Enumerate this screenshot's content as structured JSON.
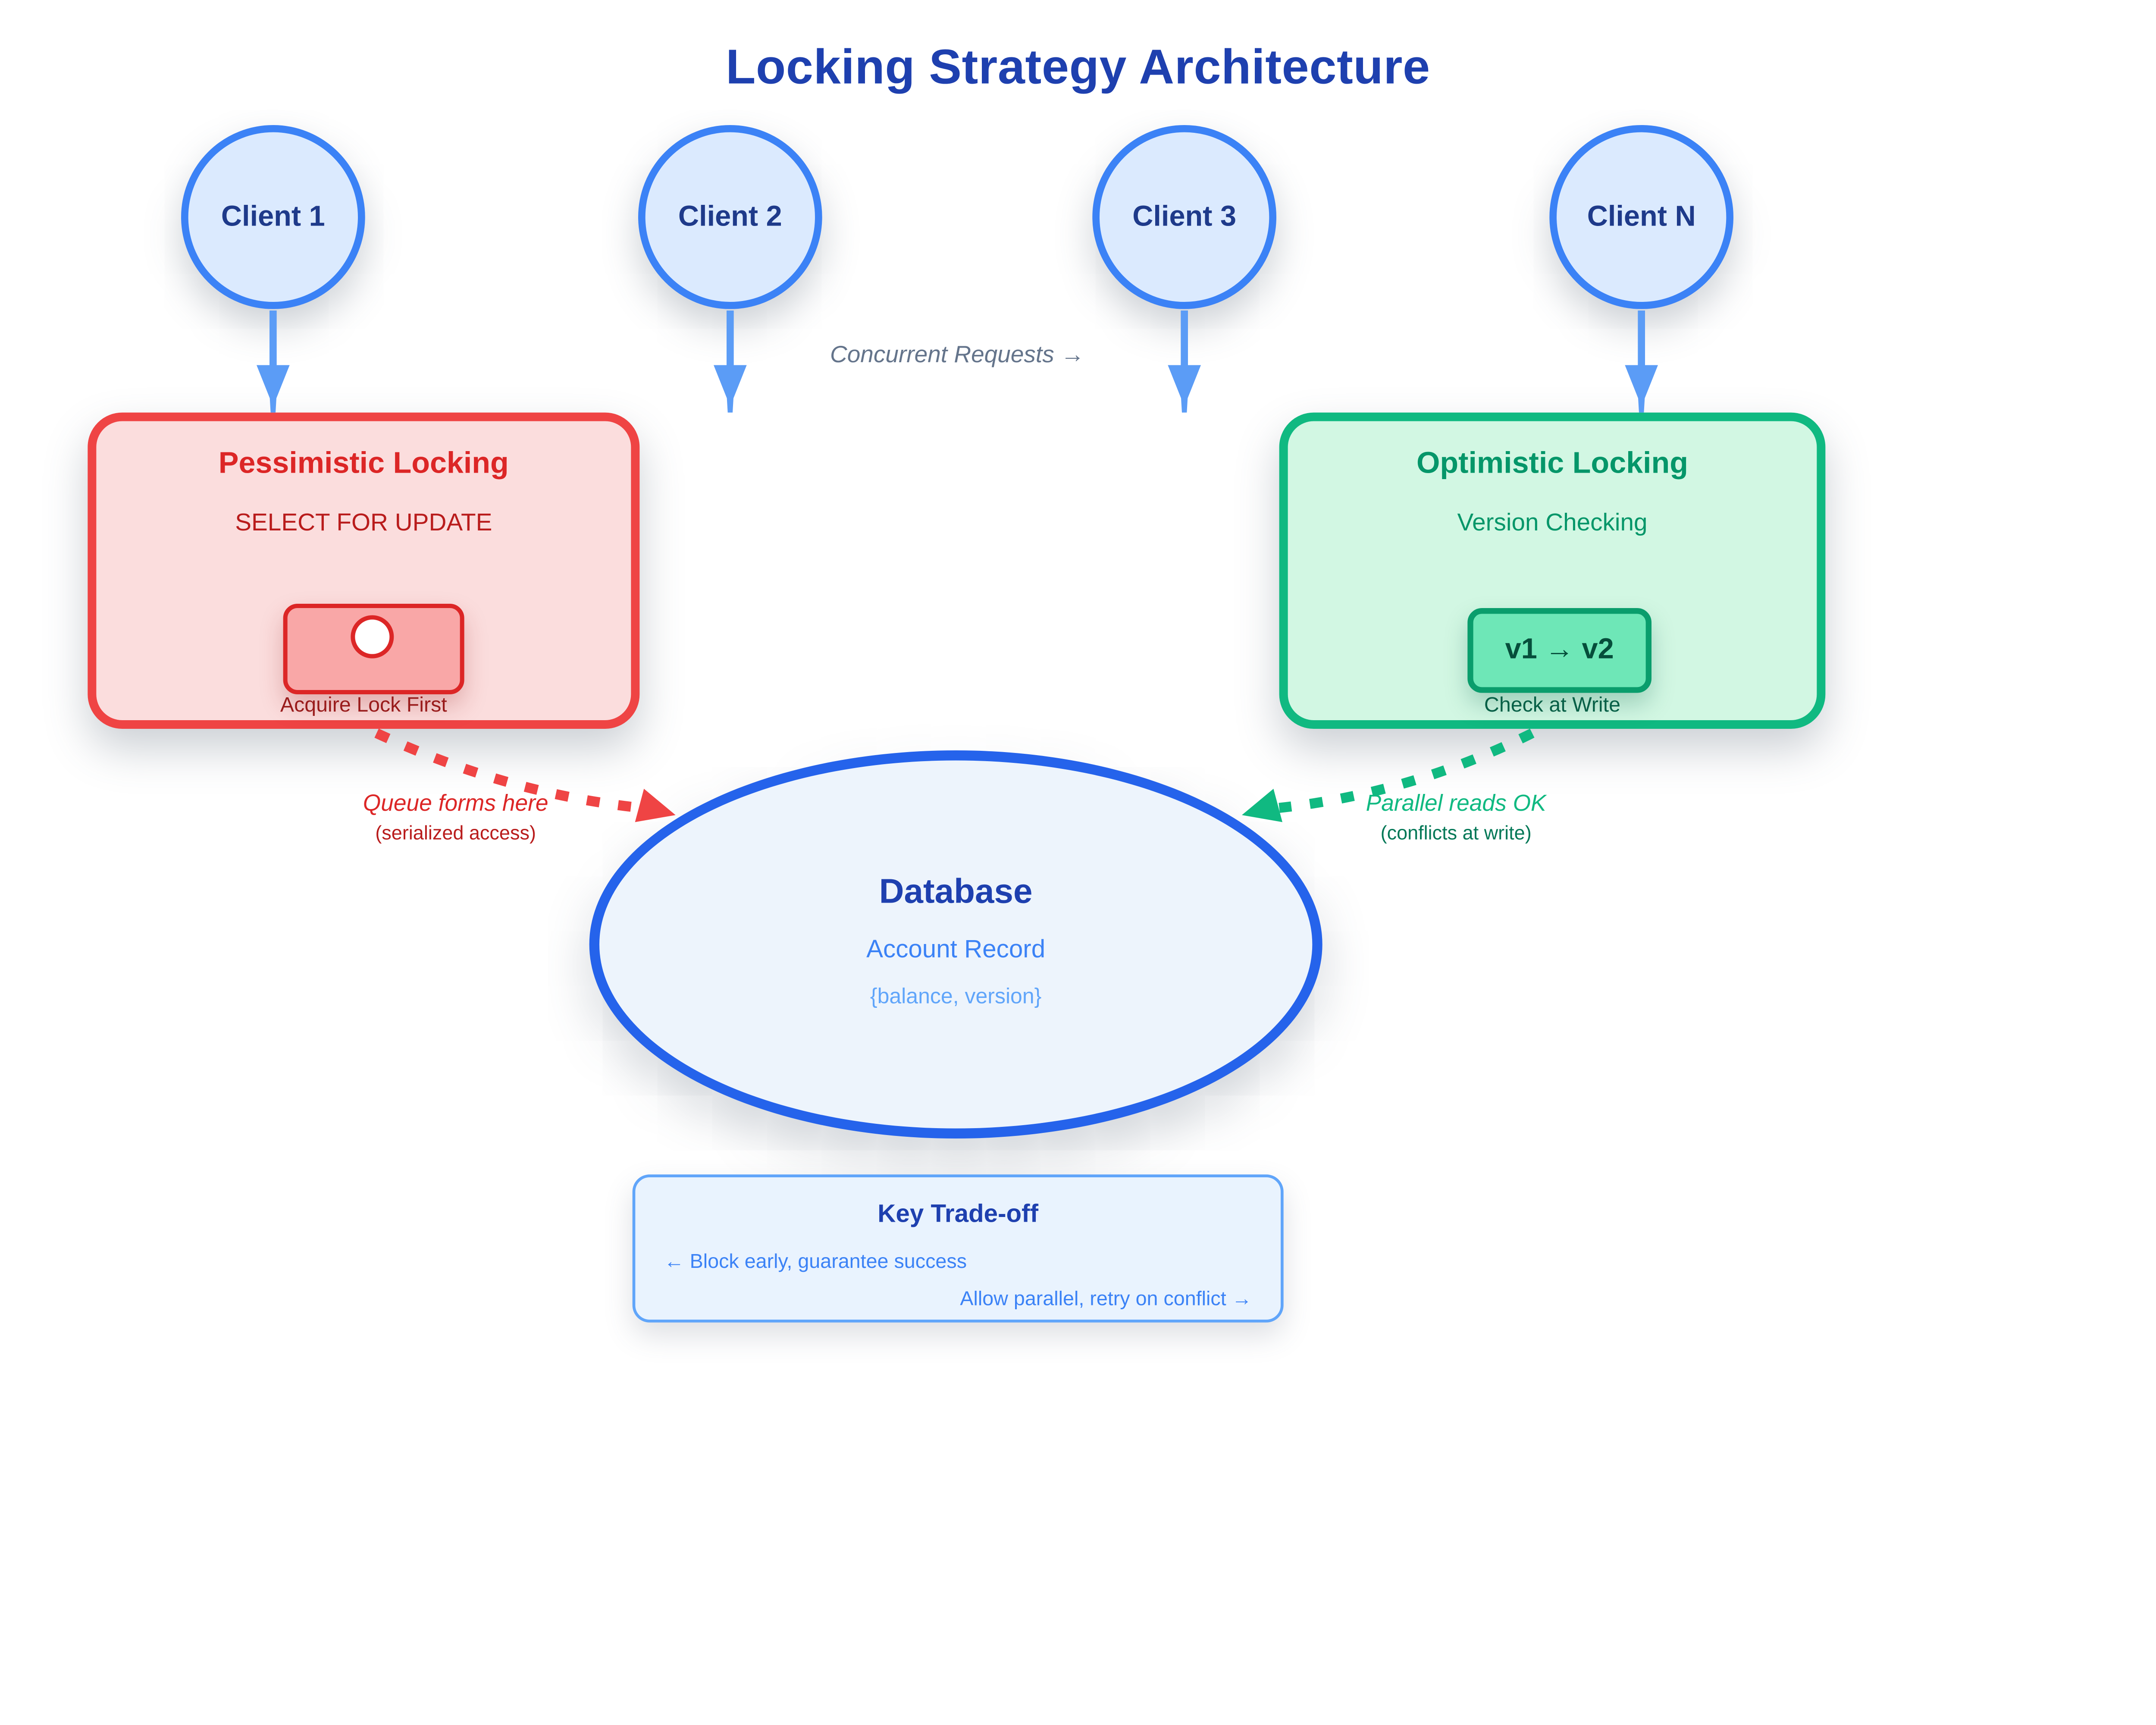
{
  "title": "Locking Strategy Architecture",
  "clients": [
    {
      "label": "Client 1"
    },
    {
      "label": "Client 2"
    },
    {
      "label": "Client 3"
    },
    {
      "label": "Client N"
    }
  ],
  "concurrent_label": "Concurrent Requests →",
  "pessimistic": {
    "title": "Pessimistic Locking",
    "subtitle": "SELECT FOR UPDATE",
    "lock_caption": "Acquire Lock First"
  },
  "optimistic": {
    "title": "Optimistic Locking",
    "subtitle": "Version Checking",
    "badge_label": "v1 → v2",
    "badge_caption": "Check at Write"
  },
  "database": {
    "title": "Database",
    "subtitle": "Account Record",
    "detail": "{balance, version}"
  },
  "edges": {
    "pessimistic": {
      "label": "Queue forms here",
      "sublabel": "(serialized access)"
    },
    "optimistic": {
      "label": "Parallel reads OK",
      "sublabel": "(conflicts at write)"
    }
  },
  "tradeoff": {
    "title": "Key Trade-off",
    "left": "← Block early, guarantee success",
    "right": "Allow parallel, retry on conflict →"
  },
  "colors": {
    "title_text": "#1e40af",
    "client_fill": "#dbeafe",
    "client_border": "#3b82f6",
    "client_text": "#1e3a8a",
    "flow_arrow": "#5b9cf6",
    "neutral_text": "#64748b",
    "pessimistic_fill": "#fbdddd",
    "pessimistic_border": "#ef4444",
    "pessimistic_title": "#dc2626",
    "pessimistic_subtitle": "#b91c1c",
    "lock_fill": "#f9a7a7",
    "lock_border": "#dc2626",
    "optimistic_fill": "#d2f7e3",
    "optimistic_border": "#10b981",
    "optimistic_title": "#059669",
    "badge_fill": "#6ee7b7",
    "badge_border": "#0a9d6c",
    "badge_text": "#064e3b",
    "database_fill": "#edf4fc",
    "database_border": "#2563eb",
    "database_title": "#1e40af",
    "database_subtitle": "#3b82f6",
    "database_detail": "#60a5fa",
    "queue_edge": "#ef4444",
    "queue_edge_dark": "#b91c1c",
    "parallel_edge": "#10b981",
    "parallel_edge_dark": "#047857",
    "tradeoff_fill": "#e9f3fe",
    "tradeoff_border": "#60a5fa",
    "tradeoff_title": "#1e40af",
    "tradeoff_text": "#3b82f6"
  }
}
